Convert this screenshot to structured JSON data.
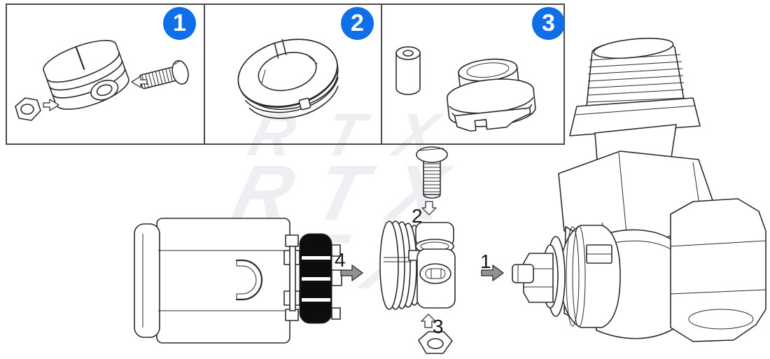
{
  "watermark": {
    "text": "RTX"
  },
  "panels": [
    {
      "number": "1"
    },
    {
      "number": "2"
    },
    {
      "number": "3"
    }
  ],
  "steps": {
    "s1": "1",
    "s2": "2",
    "s3": "3",
    "s4": "4"
  },
  "colors": {
    "badge-blue": "#0e6fe8",
    "badge-number": "#ffffff",
    "line": "#2b2b2b",
    "frame": "#4a4a4a",
    "arrow-fill": "#8f9396",
    "watermark": "#edeff3",
    "knob-black": "#0d0d0d",
    "background": "#ffffff"
  }
}
